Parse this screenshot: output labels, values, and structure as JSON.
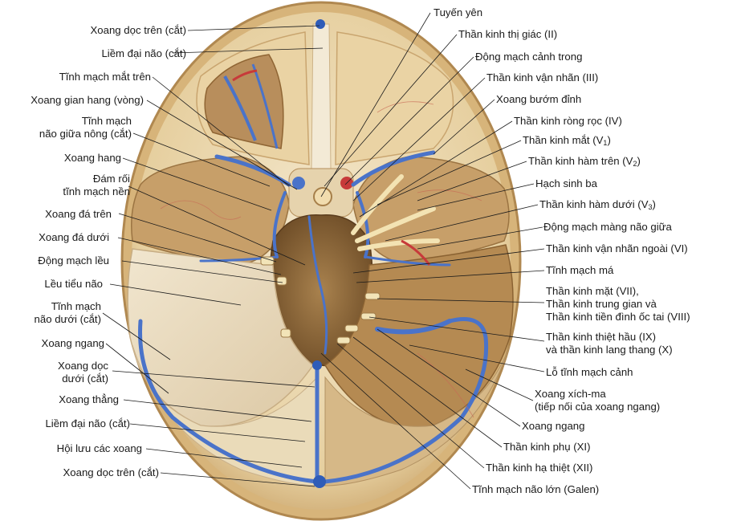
{
  "colors": {
    "bone": "#e9d8b2",
    "bone_dark": "#c7a878",
    "dura": "#f3e7cf",
    "fossa": "#9c7645",
    "fossa_dark": "#6e4e2a",
    "vein": "#4a73c9",
    "artery": "#c73a3a",
    "nerve": "#f4e6b8",
    "leader": "#1a1a1a"
  },
  "labels_left": [
    {
      "id": "superior-sagittal-sinus-top",
      "text": "Xoang dọc trên (cắt)"
    },
    {
      "id": "falx-cerebri-top",
      "text": "Liềm đại não (cắt)"
    },
    {
      "id": "superior-ophthalmic-vein",
      "text": "Tĩnh mạch mắt trên"
    },
    {
      "id": "intercavernous-sinus",
      "text": "Xoang gian hang (vòng)"
    },
    {
      "id": "superficial-middle-cerebral-vein",
      "lines": [
        "Tĩnh mạch",
        "não giữa nông (cắt)"
      ]
    },
    {
      "id": "cavernous-sinus",
      "text": "Xoang hang"
    },
    {
      "id": "basilar-venous-plexus",
      "lines": [
        "Đám rối",
        "tĩnh mạch nền"
      ]
    },
    {
      "id": "superior-petrosal-sinus",
      "text": "Xoang đá trên"
    },
    {
      "id": "inferior-petrosal-sinus",
      "text": "Xoang đá dưới"
    },
    {
      "id": "tentorial-artery",
      "text": "Động mạch lều"
    },
    {
      "id": "tentorium-cerebelli",
      "text": "Lều tiểu não"
    },
    {
      "id": "inferior-cerebral-vein",
      "lines": [
        "Tĩnh mạch",
        "não dưới (cắt)"
      ]
    },
    {
      "id": "transverse-sinus-left",
      "text": "Xoang ngang"
    },
    {
      "id": "inferior-sagittal-sinus",
      "lines": [
        "Xoang dọc",
        "dưới (cắt)"
      ]
    },
    {
      "id": "straight-sinus",
      "text": "Xoang thẳng"
    },
    {
      "id": "falx-cerebri-bottom",
      "text": "Liềm đại não (cắt)"
    },
    {
      "id": "confluence-of-sinuses",
      "text": "Hội lưu các xoang"
    },
    {
      "id": "superior-sagittal-sinus-bottom",
      "text": "Xoang dọc trên (cắt)"
    }
  ],
  "labels_right": [
    {
      "id": "pituitary-gland",
      "text": "Tuyến yên"
    },
    {
      "id": "optic-nerve",
      "text": "Thần kinh thị giác (II)"
    },
    {
      "id": "internal-carotid-artery",
      "text": "Động mạch cảnh trong"
    },
    {
      "id": "oculomotor-nerve",
      "text": "Thần kinh vận nhãn (III)"
    },
    {
      "id": "sphenoparietal-sinus",
      "text": "Xoang bướm đỉnh"
    },
    {
      "id": "trochlear-nerve",
      "text": "Thần kinh ròng rọc (IV)"
    },
    {
      "id": "ophthalmic-nerve",
      "text": "Thần kinh mắt (V",
      "sub": "1",
      "after": ")"
    },
    {
      "id": "maxillary-nerve",
      "text": "Thần kinh hàm trên (V",
      "sub": "2",
      "after": ")"
    },
    {
      "id": "trigeminal-ganglion",
      "text": "Hạch sinh ba"
    },
    {
      "id": "mandibular-nerve",
      "text": "Thần kinh hàm dưới (V",
      "sub": "3",
      "after": ")"
    },
    {
      "id": "middle-meningeal-artery",
      "text": "Động mạch màng não giữa"
    },
    {
      "id": "abducens-nerve",
      "text": "Thần kinh vận nhãn ngoài (VI)"
    },
    {
      "id": "petrous-vein",
      "text": "Tĩnh mạch má"
    },
    {
      "id": "facial-intermediate-vestibulocochlear",
      "lines": [
        "Thần kinh mặt (VII),",
        "Thần kinh trung gian và",
        "Thần kinh tiền đình ốc tai (VIII)"
      ]
    },
    {
      "id": "glossopharyngeal-vagus",
      "lines": [
        "Thần kinh thiệt hầu (IX)",
        "và thần kinh lang thang (X)"
      ]
    },
    {
      "id": "jugular-foramen",
      "text": "Lỗ tĩnh mạch cảnh"
    },
    {
      "id": "sigmoid-sinus",
      "lines": [
        "Xoang xích-ma",
        "(tiếp nối của xoang ngang)"
      ]
    },
    {
      "id": "transverse-sinus-right",
      "text": "Xoang ngang"
    },
    {
      "id": "accessory-nerve",
      "text": "Thần kinh phụ (XI)"
    },
    {
      "id": "hypoglossal-nerve",
      "text": "Thần kinh hạ thiệt (XII)"
    },
    {
      "id": "great-cerebral-vein",
      "text": "Tĩnh mạch não lớn (Galen)"
    }
  ]
}
